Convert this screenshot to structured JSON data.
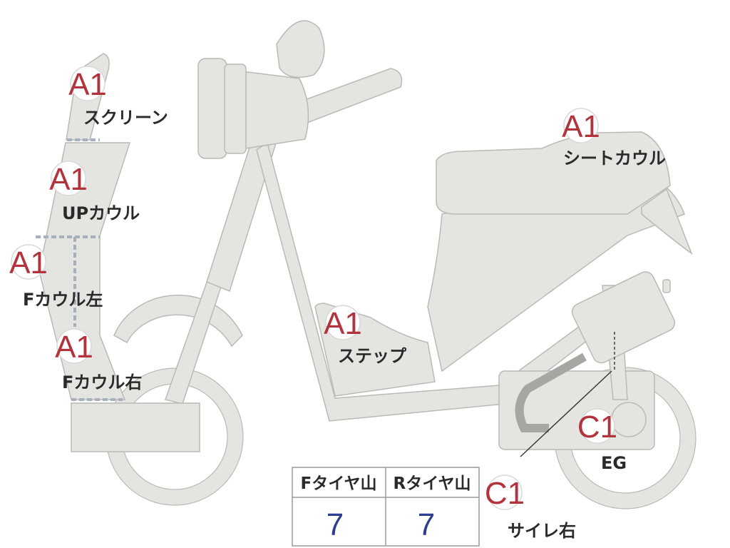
{
  "colors": {
    "grade_a": "#b3333d",
    "grade_c": "#b3333d",
    "tread_value": "#2b3e8f",
    "body": "#e4e4e0",
    "outline": "#b9b9b6",
    "divider": "#a9b0bd"
  },
  "badges": [
    {
      "id": "screen",
      "grade": "A1",
      "label": "スクリーン"
    },
    {
      "id": "up-cowl",
      "grade": "A1",
      "label": "UPカウル"
    },
    {
      "id": "f-cowl-left",
      "grade": "A1",
      "label": "Fカウル左"
    },
    {
      "id": "f-cowl-right",
      "grade": "A1",
      "label": "Fカウル右"
    },
    {
      "id": "seat-cowl",
      "grade": "A1",
      "label": "シートカウル"
    },
    {
      "id": "step",
      "grade": "A1",
      "label": "ステップ"
    },
    {
      "id": "engine",
      "grade": "C1",
      "label": "EG"
    },
    {
      "id": "muffler-right",
      "grade": "C1",
      "label": "サイレ右"
    }
  ],
  "tread_table": {
    "front_header": "Fタイヤ山",
    "rear_header": "Rタイヤ山",
    "front_value": "7",
    "rear_value": "7"
  }
}
